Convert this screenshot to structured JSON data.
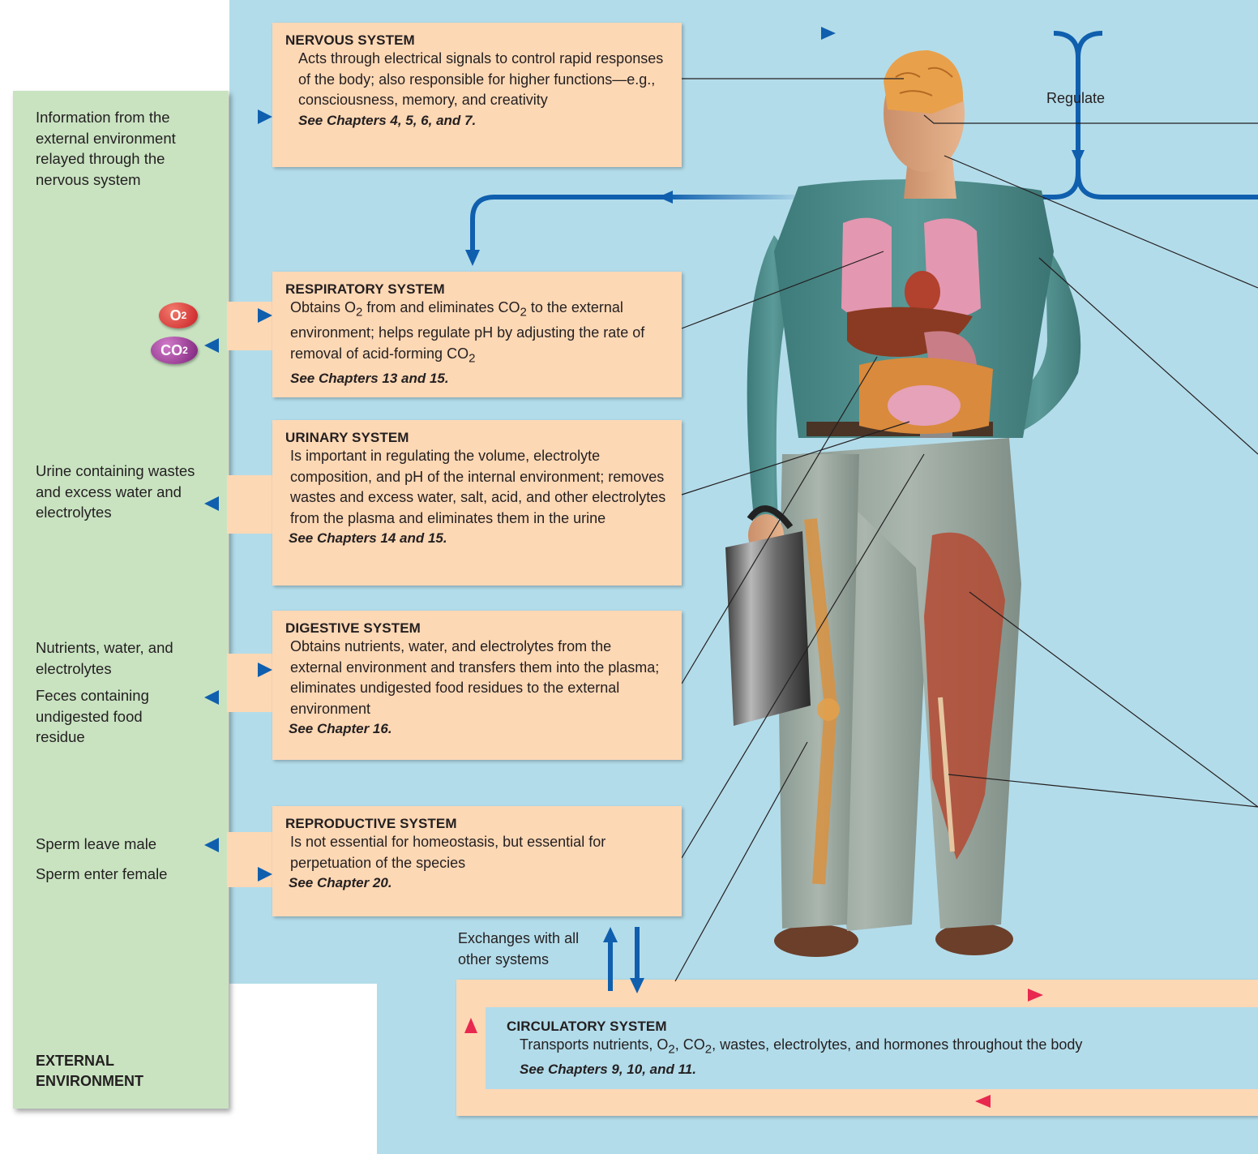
{
  "colors": {
    "blue_panel": "#b3dcea",
    "green_panel": "#c9e3c1",
    "box_fill": "#fdd8b5",
    "arrow_blue": "#0f5fae",
    "arrow_red": "#e8284f",
    "o2_ball": "#e0242a",
    "co2_ball": "#9b2a8f"
  },
  "icons": [
    "arrow-right-icon",
    "arrow-left-icon",
    "arrow-up-icon",
    "arrow-down-icon",
    "o2-molecule-icon",
    "co2-molecule-icon",
    "human-figure-illustration"
  ],
  "environment": {
    "title": "EXTERNAL ENVIRONMENT",
    "info_text": "Information from the external environment relayed through the nervous system",
    "o2": "O",
    "o2_sub": "2",
    "co2": "CO",
    "co2_sub": "2",
    "urine_text": "Urine containing wastes and excess water and electrolytes",
    "nutrients_text": "Nutrients, water, and electrolytes",
    "feces_text": "Feces containing undigested food residue",
    "sperm_leave": "Sperm leave male",
    "sperm_enter": "Sperm enter female"
  },
  "systems": {
    "nervous": {
      "title": "NERVOUS SYSTEM",
      "desc": "Acts through electrical signals to control rapid responses of the body; also responsible for higher functions—e.g., consciousness, memory, and creativity",
      "ref": "See Chapters 4, 5, 6, and 7."
    },
    "respiratory": {
      "title": "RESPIRATORY SYSTEM",
      "desc_1": "Obtains O",
      "desc_sub1": "2",
      "desc_2": " from and eliminates CO",
      "desc_sub2": "2",
      "desc_3": " to the external environment; helps regulate pH by adjusting the rate of removal of acid-forming CO",
      "desc_sub3": "2",
      "ref": "See Chapters 13 and 15."
    },
    "urinary": {
      "title": "URINARY SYSTEM",
      "desc": "Is important in regulating the volume, electrolyte composition, and pH of the internal environment; removes wastes and excess water, salt, acid, and other electrolytes from the plasma and eliminates them in the urine",
      "ref": "See Chapters 14 and 15."
    },
    "digestive": {
      "title": "DIGESTIVE SYSTEM",
      "desc": "Obtains nutrients, water, and electrolytes from the external environment and transfers them into the plasma; eliminates undigested food residues to the external environment",
      "ref": "See Chapter 16."
    },
    "reproductive": {
      "title": "REPRODUCTIVE SYSTEM",
      "desc": "Is not essential for homeostasis, but essential for perpetuation of the species",
      "ref": "See Chapter 20."
    },
    "circulatory": {
      "title": "CIRCULATORY SYSTEM",
      "desc_1": "Transports nutrients, O",
      "desc_sub1": "2",
      "desc_2": ", CO",
      "desc_sub2": "2",
      "desc_3": ", wastes, electrolytes, and hormones throughout the body",
      "ref": "See Chapters 9, 10, and 11."
    }
  },
  "labels": {
    "regulate": "Regulate",
    "exchanges": "Exchanges with all other systems"
  }
}
